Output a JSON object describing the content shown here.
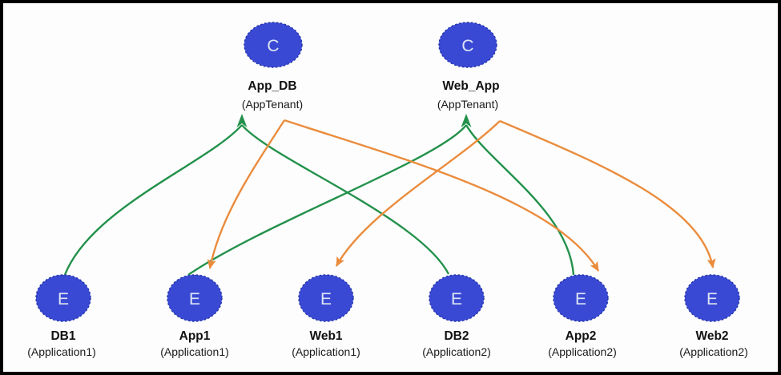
{
  "diagram": {
    "colors": {
      "node_fill": "#3a49d4",
      "node_stroke": "#2234a8",
      "glyph_text": "#dde5f4",
      "green_edge": "#23914b",
      "orange_edge": "#ea8c3d",
      "label_text": "#111111",
      "background": "#fdfdfd",
      "frame_border": "#000000"
    },
    "containers": [
      {
        "glyph": "C",
        "name": "App_DB",
        "sub": "(AppTenant)"
      },
      {
        "glyph": "C",
        "name": "Web_App",
        "sub": "(AppTenant)"
      }
    ],
    "elements": [
      {
        "glyph": "E",
        "name": "DB1",
        "sub": "(Application1)"
      },
      {
        "glyph": "E",
        "name": "App1",
        "sub": "(Application1)"
      },
      {
        "glyph": "E",
        "name": "Web1",
        "sub": "(Application1)"
      },
      {
        "glyph": "E",
        "name": "DB2",
        "sub": "(Application2)"
      },
      {
        "glyph": "E",
        "name": "App2",
        "sub": "(Application2)"
      },
      {
        "glyph": "E",
        "name": "Web2",
        "sub": "(Application2)"
      }
    ],
    "edges": [
      {
        "from": "DB1",
        "to": "App_DB",
        "color": "green"
      },
      {
        "from": "DB2",
        "to": "App_DB",
        "color": "green"
      },
      {
        "from": "App1",
        "to": "Web_App",
        "color": "green"
      },
      {
        "from": "App2",
        "to": "Web_App",
        "color": "green"
      },
      {
        "from": "App_DB",
        "to": "App1",
        "color": "orange"
      },
      {
        "from": "App_DB",
        "to": "App2",
        "color": "orange"
      },
      {
        "from": "Web_App",
        "to": "Web1",
        "color": "orange"
      },
      {
        "from": "Web_App",
        "to": "Web2",
        "color": "orange"
      }
    ]
  }
}
